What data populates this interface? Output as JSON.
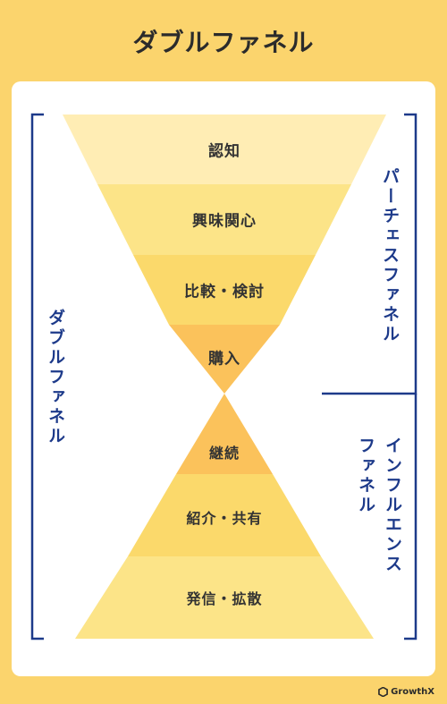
{
  "title": "ダブルファネル",
  "purchase_funnel": {
    "label": "パーチェスファネル",
    "stages": [
      "認知",
      "興味関心",
      "比較・検討",
      "購入"
    ],
    "colors": [
      "#FFEDB4",
      "#FCE488",
      "#FBD96B",
      "#FBC25B"
    ]
  },
  "influence_funnel": {
    "label_line1": "インフルエンス",
    "label_line2": "ファネル",
    "stages": [
      "継続",
      "紹介・共有",
      "発信・拡散"
    ],
    "colors": [
      "#FBC25B",
      "#FBD96B",
      "#FCE488"
    ]
  },
  "double_funnel_label": "ダブルファネル",
  "bracket_color": "#1d3a8a",
  "logo": {
    "text": "GrowthX"
  }
}
